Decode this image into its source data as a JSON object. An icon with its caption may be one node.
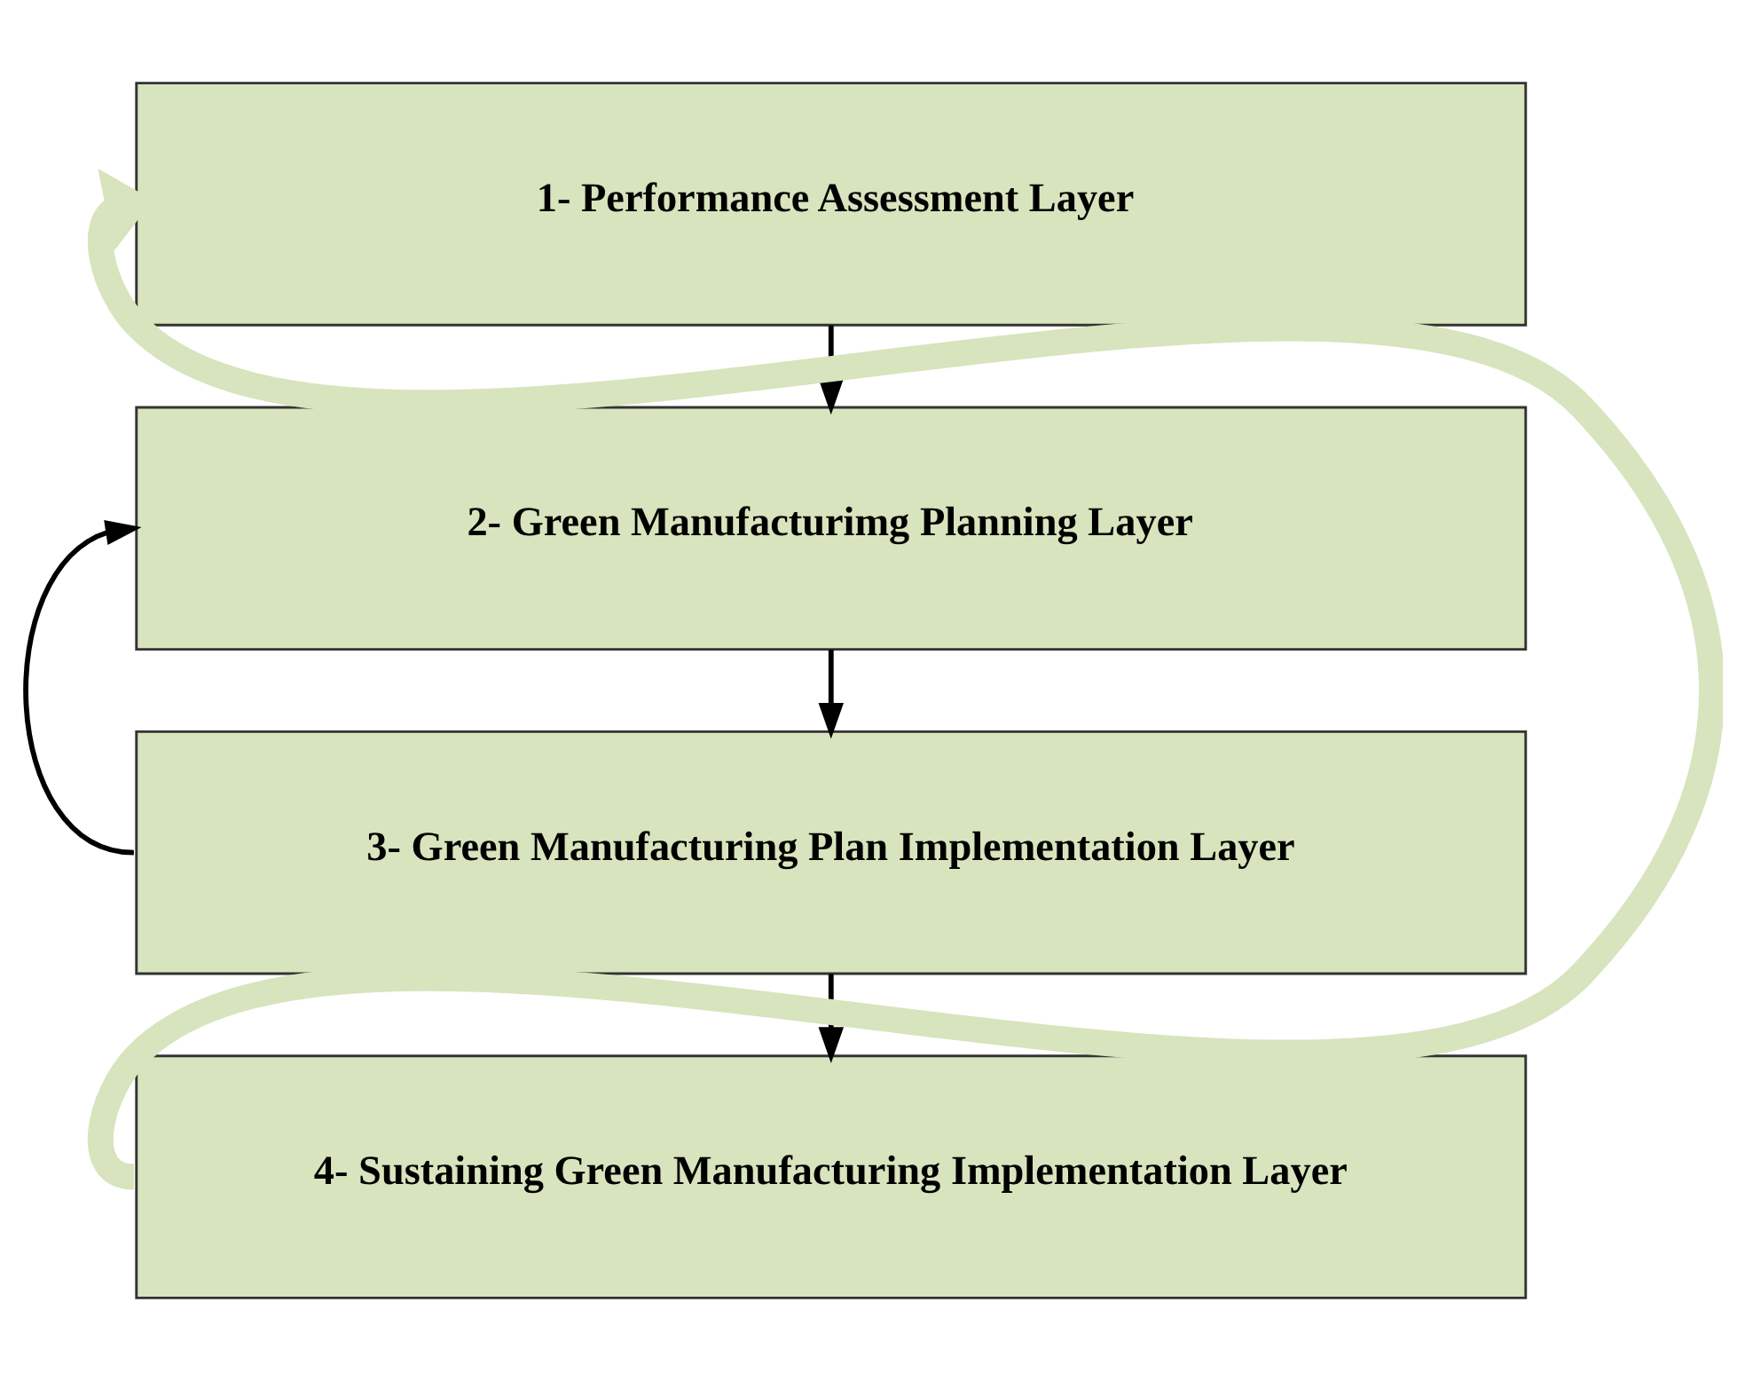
{
  "diagram": {
    "nodes": [
      {
        "text": [
          "1- Performance Assessment Layer"
        ]
      },
      {
        "text": [
          "2- Green Manufacturimg Planning Layer"
        ]
      },
      {
        "text": [
          "3- Green Manufacturing Plan Implementation Layer"
        ]
      },
      {
        "text": [
          "4- Sustaining Green Manufacturing Implementation Layer"
        ]
      }
    ],
    "edges": [
      {
        "from": 0,
        "to": 1,
        "arrow": "to"
      },
      {
        "from": 2,
        "to": 1,
        "arrow": "to"
      },
      {
        "from": 1,
        "to": 2,
        "arrow": "to"
      },
      {
        "from": 2,
        "to": 3,
        "arrow": "to"
      },
      {
        "from": 3,
        "to": 0,
        "arrow": "to",
        "style": "thick",
        "color": "#d7e4bd"
      }
    ]
  }
}
